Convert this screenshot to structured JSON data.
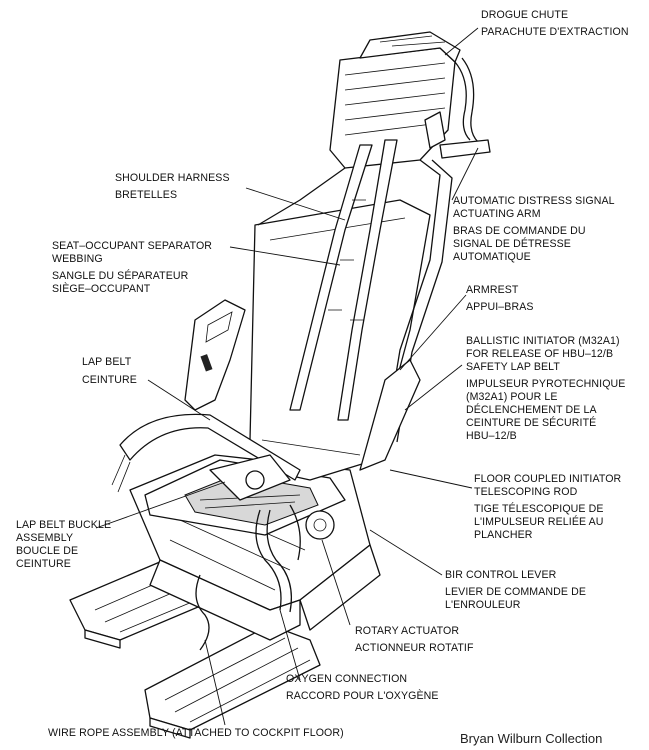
{
  "labels": {
    "drogue_chute": [
      "DROGUE CHUTE",
      "PARACHUTE D'EXTRACTION"
    ],
    "shoulder_harness": [
      "SHOULDER HARNESS",
      "BRETELLES"
    ],
    "automatic_distress_signal": [
      "AUTOMATIC DISTRESS SIGNAL",
      "ACTUATING ARM",
      "BRAS DE COMMANDE DU",
      "SIGNAL DE DÉTRESSE",
      "AUTOMATIQUE"
    ],
    "seat_occupant_separator": [
      "SEAT–OCCUPANT SEPARATOR",
      "WEBBING",
      "SANGLE DU SÉPARATEUR",
      "SIÈGE–OCCUPANT"
    ],
    "armrest": [
      "ARMREST",
      "APPUI–BRAS"
    ],
    "ballistic_initiator": [
      "BALLISTIC INITIATOR (M32A1)",
      "FOR RELEASE OF HBU–12/B",
      "SAFETY LAP BELT",
      "IMPULSEUR PYROTECHNIQUE",
      "(M32A1) POUR LE",
      "DÉCLENCHEMENT DE LA",
      "CEINTURE DE SÉCURITÉ",
      "HBU–12/B"
    ],
    "lap_belt": [
      "LAP BELT",
      "CEINTURE"
    ],
    "floor_coupled_initiator": [
      "FLOOR COUPLED INITIATOR",
      "TELESCOPING ROD",
      "TIGE TÉLESCOPIQUE DE",
      "L'IMPULSEUR RELIÉE AU",
      "PLANCHER"
    ],
    "lap_belt_buckle": [
      "LAP BELT BUCKLE",
      "ASSEMBLY",
      "BOUCLE DE",
      "CEINTURE"
    ],
    "bir_control_lever": [
      "BIR CONTROL LEVER",
      "LEVIER DE COMMANDE DE",
      "L'ENROULEUR"
    ],
    "rotary_actuator": [
      "ROTARY ACTUATOR",
      "ACTIONNEUR ROTATIF"
    ],
    "oxygen_connection": [
      "OXYGEN CONNECTION",
      "RACCORD POUR L'OXYGÈNE"
    ],
    "wire_rope_assembly": [
      "WIRE ROPE ASSEMBLY (ATTACHED TO COCKPIT FLOOR)"
    ]
  },
  "credit": "Bryan Wilburn Collection"
}
